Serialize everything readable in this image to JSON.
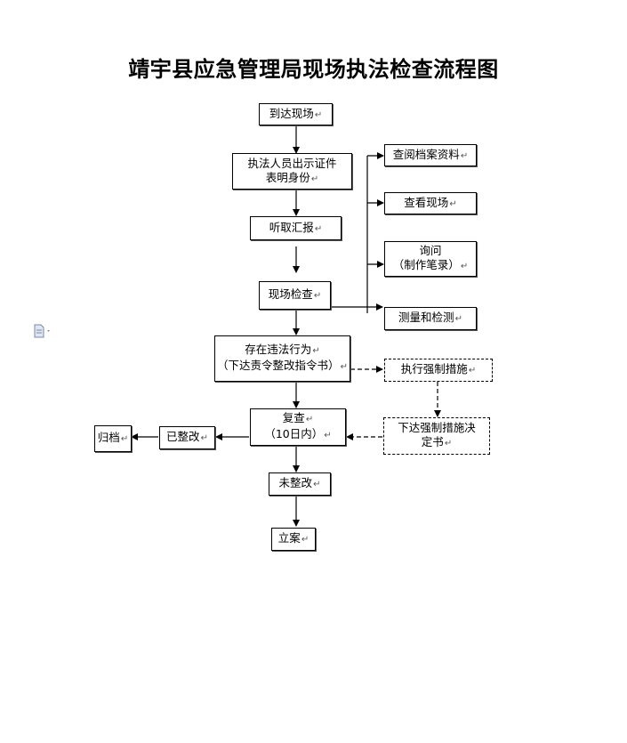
{
  "title": "靖宇县应急管理局现场执法检查流程图",
  "para_mark": "↵",
  "nodes": {
    "arrive": [
      "到达现场"
    ],
    "show_id": [
      "执法人员出示证件",
      "表明身份"
    ],
    "listen": [
      "听取汇报"
    ],
    "inspect": [
      "现场检查"
    ],
    "review_files": [
      "查阅档案资料"
    ],
    "view_site": [
      "查看现场"
    ],
    "inquiry": [
      "询问",
      "（制作笔录）"
    ],
    "measure": [
      "测量和检测"
    ],
    "violation": [
      "存在违法行为",
      "（下达责令整改指令书）"
    ],
    "enforce": [
      "执行强制措施"
    ],
    "enforce_decision": [
      "下达强制措施决",
      "定书"
    ],
    "recheck": [
      "复查",
      "（10日内）"
    ],
    "rectified": [
      "已整改"
    ],
    "archive": [
      "归档"
    ],
    "not_rectified": [
      "未整改"
    ],
    "file_case": [
      "立案"
    ]
  }
}
